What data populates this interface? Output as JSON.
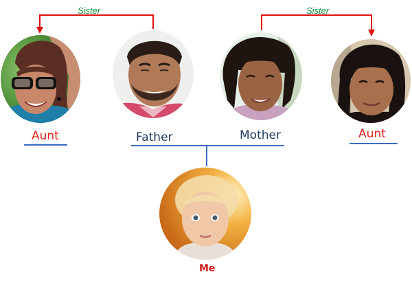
{
  "relations": {
    "left_sister": "Sister",
    "right_sister": "Sister"
  },
  "people": {
    "aunt_left": "Aunt",
    "father": "Father",
    "mother": "Mother",
    "aunt_right": "Aunt",
    "me": "Me"
  },
  "colors": {
    "sibling_arrow": "#e01010",
    "sister_text": "#1a9a44",
    "aunt_text": "#e0201a",
    "parent_text": "#1f3a5f",
    "connector": "#3a6cc0",
    "me_text": "#d01818"
  }
}
